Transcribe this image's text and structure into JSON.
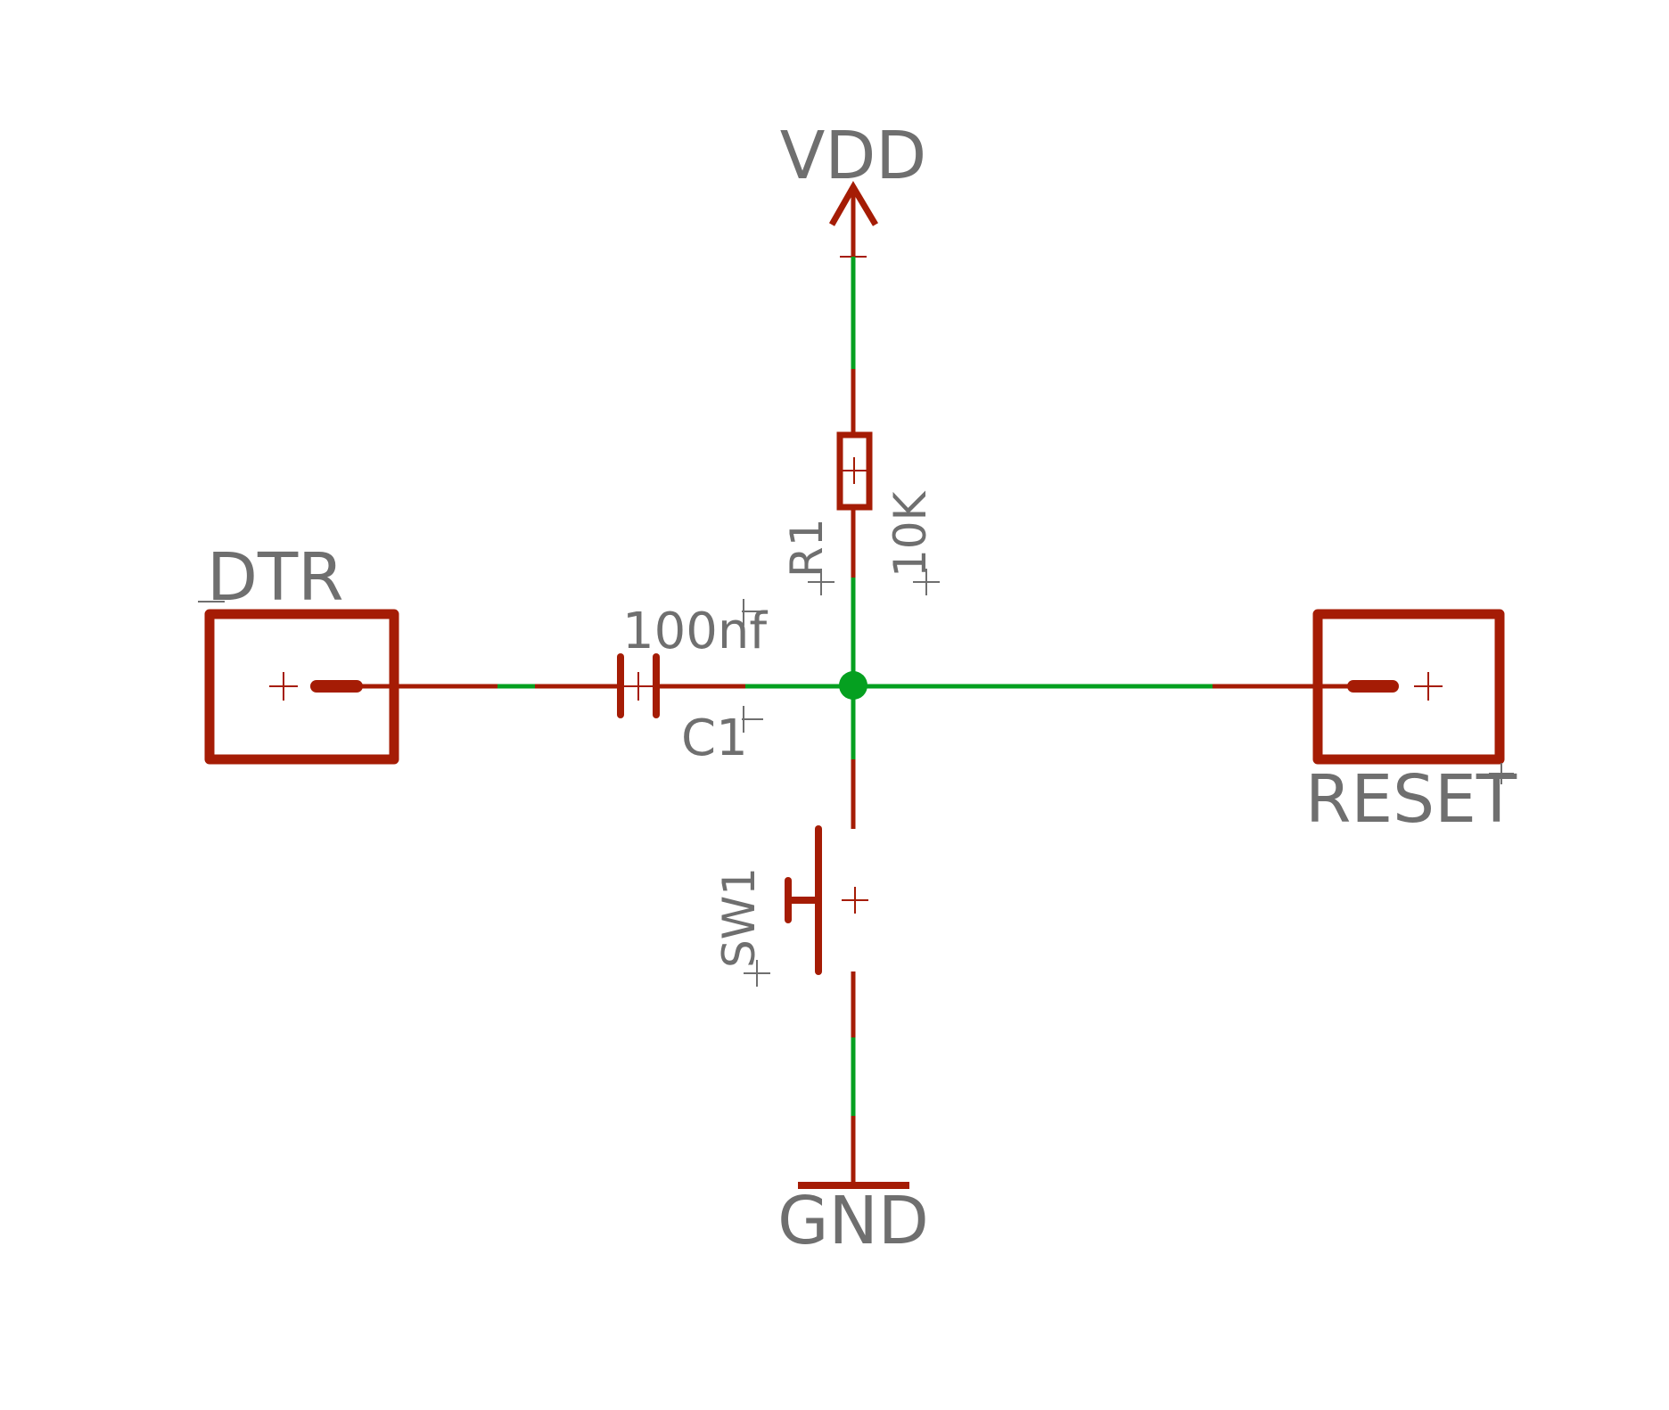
{
  "supplies": {
    "vdd": "VDD",
    "gnd": "GND"
  },
  "connectors": {
    "dtr": "DTR",
    "reset": "RESET"
  },
  "parts": {
    "r1": {
      "name": "R1",
      "value": "10K"
    },
    "c1": {
      "name": "C1",
      "value": "100nf"
    },
    "sw1": {
      "name": "SW1"
    }
  },
  "colors": {
    "wire": "#a51c05",
    "net": "#05a020",
    "text": "#6f6f6f"
  }
}
